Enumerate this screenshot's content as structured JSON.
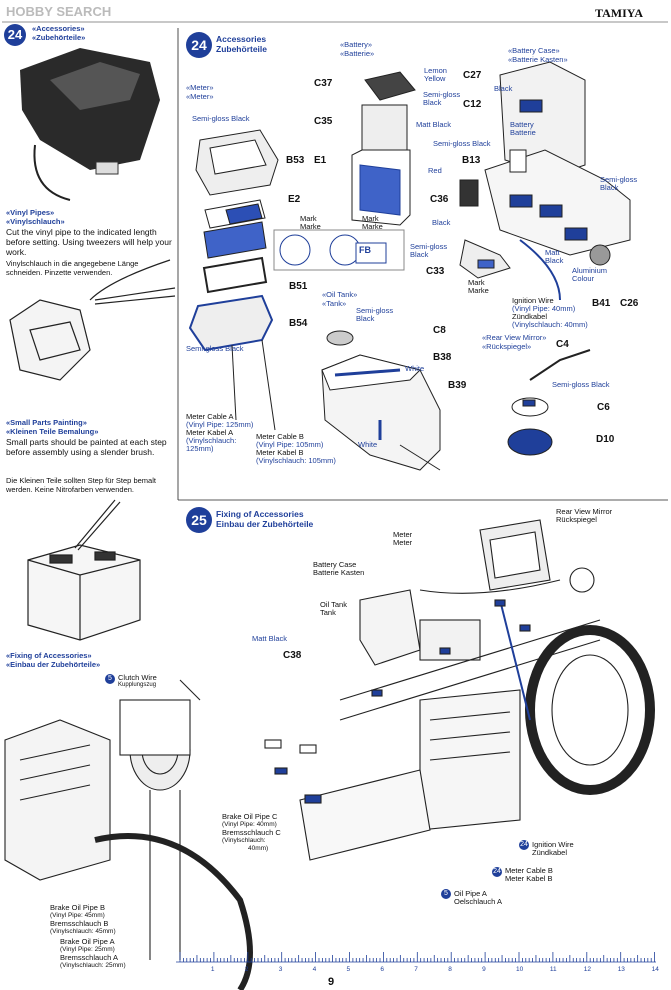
{
  "watermark": "HOBBY SEARCH",
  "brand": "TAMIYA",
  "page_number": "9",
  "left_column": {
    "step24": {
      "num": "24",
      "title_en": "«Accessories»",
      "title_de": "«Zubehörteile»"
    },
    "vinyl_pipes": {
      "title_en": "«Vinyl Pipes»",
      "title_de": "«Vinylschlauch»",
      "text_en": "Cut the vinyl pipe to the indicated length before setting. Using tweezers will help your work.",
      "text_de": "Vinylschlauch in die angegebene Länge schneiden. Pinzette verwenden."
    },
    "small_parts": {
      "title_en": "«Small Parts Painting»",
      "title_de": "«Kleinen Teile Bemalung»",
      "text_en": "Small parts should be painted at each step before assembly using a slender brush.",
      "text_de": "Die Kleinen Teile sollten Step für Step bemalt werden. Keine Nitrofarben verwenden."
    },
    "fixing": {
      "title_en": "«Fixing of Accessories»",
      "title_de": "«Einbau der Zubehörteile»"
    }
  },
  "step24_main": {
    "num": "24",
    "title_en": "Accessories",
    "title_de": "Zubehörteile"
  },
  "meter": {
    "title_en": "«Meter»",
    "title_de": "«Meter»",
    "semi_gloss_black_1": "Semi-gloss Black",
    "semi_gloss_black_2": "Semi-gloss Black",
    "mark": "Mark",
    "marke": "Marke",
    "parts": [
      "B53",
      "E2",
      "B51",
      "B54"
    ],
    "cable_a": [
      "Meter Cable A",
      "(Vinyl Pipe: 125mm)",
      "Meter Kabel A",
      "(Vinylschlauch:",
      "125mm)"
    ],
    "cable_b": [
      "Meter Cable B",
      "(Vinyl Pipe: 105mm)",
      "Meter Kabel B",
      "(Vinylschlauch: 105mm)"
    ],
    "decal_text": "FB"
  },
  "battery": {
    "title_en": "«Battery»",
    "title_de": "«Batterie»",
    "lemon_yellow": [
      "Lemon",
      "Yellow"
    ],
    "semi_gloss_black": [
      "Semi-gloss",
      "Black"
    ],
    "matt_black": "Matt Black",
    "mark": [
      "Mark",
      "Marke"
    ],
    "parts": [
      "C37",
      "C35",
      "E1"
    ]
  },
  "battery_case": {
    "title_en": "«Battery Case»",
    "title_de": "«Batterie Kasten»",
    "black": "Black",
    "battery": [
      "Battery",
      "Batterie"
    ],
    "semi_gloss_black": "Semi-gloss Black",
    "red": "Red",
    "black2": "Black",
    "semi_gloss_black_right": [
      "Semi-gloss",
      "Black"
    ],
    "semi_gloss_black_left": [
      "Semi-gloss",
      "Black"
    ],
    "matt_black": [
      "Matt",
      "Black"
    ],
    "mark": [
      "Mark",
      "Marke"
    ],
    "aluminium": [
      "Aluminium",
      "Colour"
    ],
    "ignition": [
      "Ignition Wire",
      "(Vinyl Pipe: 40mm)",
      "Zündkabel",
      "(Vinylschlauch: 40mm)"
    ],
    "parts": [
      "C27",
      "C12",
      "B13",
      "C36",
      "C33",
      "B41",
      "C26"
    ]
  },
  "oil_tank": {
    "title_en": "«Oil Tank»",
    "title_de": "«Tank»",
    "semi_gloss_black": [
      "Semi-gloss",
      "Black"
    ],
    "white1": "White",
    "white2": "White",
    "parts": [
      "C8",
      "B38",
      "B39"
    ]
  },
  "mirror": {
    "title_en": "«Rear View Mirror»",
    "title_de": "«Rückspiegel»",
    "semi_gloss_black": "Semi-gloss Black",
    "parts": [
      "C4",
      "C6",
      "D10"
    ]
  },
  "step25": {
    "num": "25",
    "title_en": "Fixing of Accessories",
    "title_de": "Einbau der Zubehörteile",
    "mirror": [
      "Rear View Mirror",
      "Rückspiegel"
    ],
    "meter": [
      "Meter",
      "Meter"
    ],
    "battery_case": [
      "Battery Case",
      "Batterie Kasten"
    ],
    "oil_tank": [
      "Oil Tank",
      "Tank"
    ],
    "matt_black": "Matt Black",
    "c38": "C38",
    "ignition": [
      "Ignition Wire",
      "Zündkabel"
    ],
    "meter_cable_b": [
      "Meter Cable B",
      "Meter Kabel B"
    ],
    "oil_pipe_a": [
      "Oil Pipe A",
      "Oelschlauch A"
    ],
    "num24": "24",
    "num24b": "24",
    "num5": "5"
  },
  "left_bottom": {
    "clutch": [
      "Clutch Wire",
      "Kupplungszug"
    ],
    "clutch_num": "5",
    "brake_c": [
      "Brake Oil Pipe C",
      "(Vinyl Pipe: 40mm)",
      "Bremsschlauch C",
      "(Vinylschlauch:",
      "40mm)"
    ],
    "brake_b": [
      "Brake Oil Pipe B",
      "(Vinyl Pipe: 45mm)",
      "Bremsschlauch B",
      "(Vinylschlauch: 45mm)"
    ],
    "brake_a": [
      "Brake Oil Pipe A",
      "(Vinyl Pipe: 25mm)",
      "Bremsschlauch A",
      "(Vinylschlauch: 25mm)"
    ]
  },
  "ruler": {
    "labels": [
      "1",
      "2",
      "3",
      "4",
      "5",
      "6",
      "7",
      "8",
      "9",
      "10",
      "11",
      "12",
      "13",
      "14"
    ]
  }
}
